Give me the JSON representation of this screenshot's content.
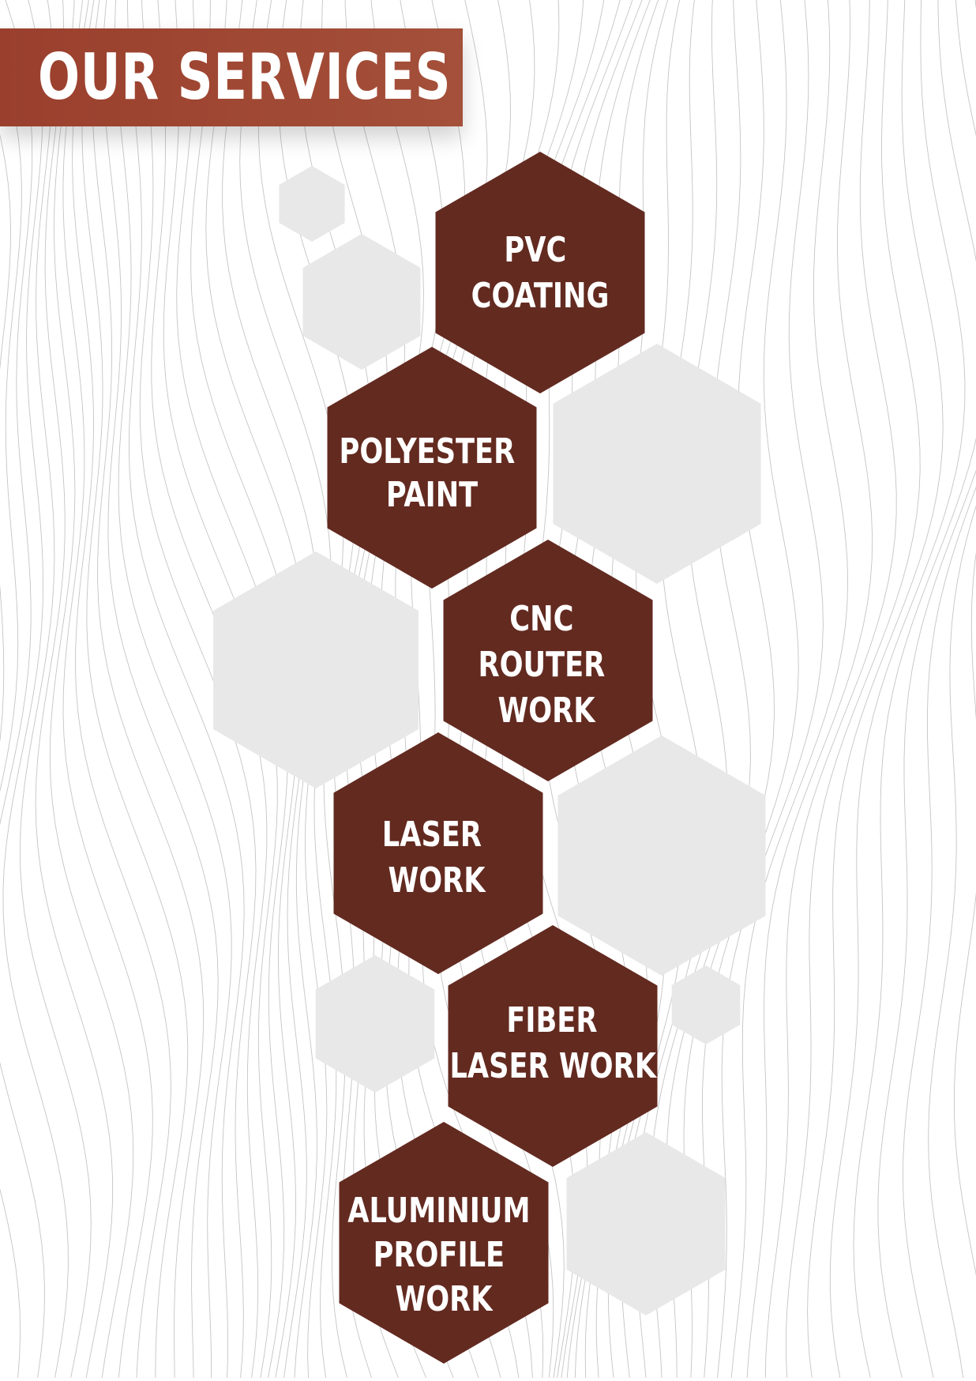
{
  "header": {
    "title": "OUR SERVICES"
  },
  "services": [
    {
      "lines": [
        "PVC",
        "COATING"
      ]
    },
    {
      "lines": [
        "POLYESTER",
        "PAINT"
      ]
    },
    {
      "lines": [
        "CNC",
        "ROUTER",
        "WORK"
      ]
    },
    {
      "lines": [
        "LASER",
        "WORK"
      ]
    },
    {
      "lines": [
        "FIBER",
        "LASER WORK"
      ]
    },
    {
      "lines": [
        "ALUMINIUM",
        "PROFILE",
        "WORK"
      ]
    }
  ],
  "colors": {
    "banner": "#9c4430",
    "service_hex": "#632a20",
    "decor_hex": "#e8e8e8",
    "line_pattern": "#c4c4c4",
    "text": "#ffffff"
  }
}
